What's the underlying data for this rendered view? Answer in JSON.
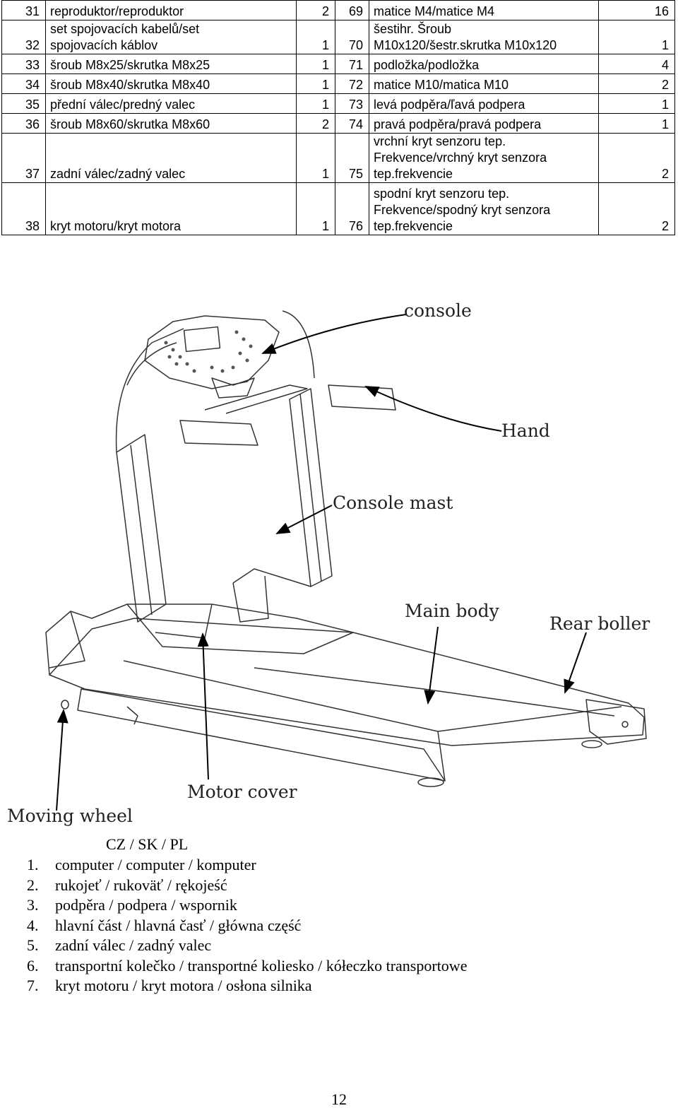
{
  "parts_table": {
    "rows": [
      {
        "n1": "31",
        "d1": [
          "reproduktor/reproduktor"
        ],
        "q1": "2",
        "n2": "69",
        "d2": [
          "matice M4/matice M4"
        ],
        "q2": "16"
      },
      {
        "n1": "32",
        "d1": [
          "set spojovacích kabelů/set",
          "spojovacích káblov"
        ],
        "q1": "1",
        "n2": "70",
        "d2": [
          "šestihr. Šroub",
          "M10x120/šestr.skrutka M10x120"
        ],
        "q2": "1"
      },
      {
        "n1": "33",
        "d1": [
          "šroub M8x25/skrutka M8x25"
        ],
        "q1": "1",
        "n2": "71",
        "d2": [
          "podložka/podložka"
        ],
        "q2": "4"
      },
      {
        "n1": "34",
        "d1": [
          "šroub M8x40/skrutka M8x40"
        ],
        "q1": "1",
        "n2": "72",
        "d2": [
          "matice M10/matica M10"
        ],
        "q2": "2"
      },
      {
        "n1": "35",
        "d1": [
          "přední válec/predný valec"
        ],
        "q1": "1",
        "n2": "73",
        "d2": [
          "levá podpěra/ľavá podpera"
        ],
        "q2": "1"
      },
      {
        "n1": "36",
        "d1": [
          "šroub M8x60/skrutka M8x60"
        ],
        "q1": "2",
        "n2": "74",
        "d2": [
          "pravá podpěra/pravá podpera"
        ],
        "q2": "1"
      },
      {
        "n1": "37",
        "d1": [
          "zadní válec/zadný valec"
        ],
        "q1": "1",
        "n2": "75",
        "d2": [
          "vrchní kryt senzoru tep.",
          "Frekvence/vrchný kryt senzora",
          "tep.frekvencie"
        ],
        "q2": "2"
      },
      {
        "n1": "38",
        "d1": [
          "kryt motoru/kryt motora"
        ],
        "q1": "1",
        "n2": "76",
        "d2": [
          "spodní kryt senzoru tep.",
          "Frekvence/spodný kryt senzora",
          "tep.frekvencie"
        ],
        "q2": "2"
      }
    ]
  },
  "diagram": {
    "labels": {
      "console": "console",
      "hand": "Hand",
      "console_mast": "Console mast",
      "main_body": "Main body",
      "rear_boller": "Rear boller",
      "motor_cover": "Motor cover",
      "moving_wheel": "Moving wheel"
    }
  },
  "legend": {
    "heading": "CZ / SK / PL",
    "items": [
      {
        "n": "1.",
        "text": "computer / computer / komputer"
      },
      {
        "n": "2.",
        "text": "rukojeť / rukoväť /  rękojeść"
      },
      {
        "n": "3.",
        "text": "podpěra / podpera / wspornik"
      },
      {
        "n": "4.",
        "text": "hlavní část / hlavná časť / główna część"
      },
      {
        "n": "5.",
        "text": "zadní válec / zadný valec"
      },
      {
        "n": "6.",
        "text": "transportní kolečko / transportné koliesko / kółeczko transportowe"
      },
      {
        "n": "7.",
        "text": "kryt motoru / kryt motora / osłona silnika"
      }
    ]
  },
  "page_number": "12"
}
